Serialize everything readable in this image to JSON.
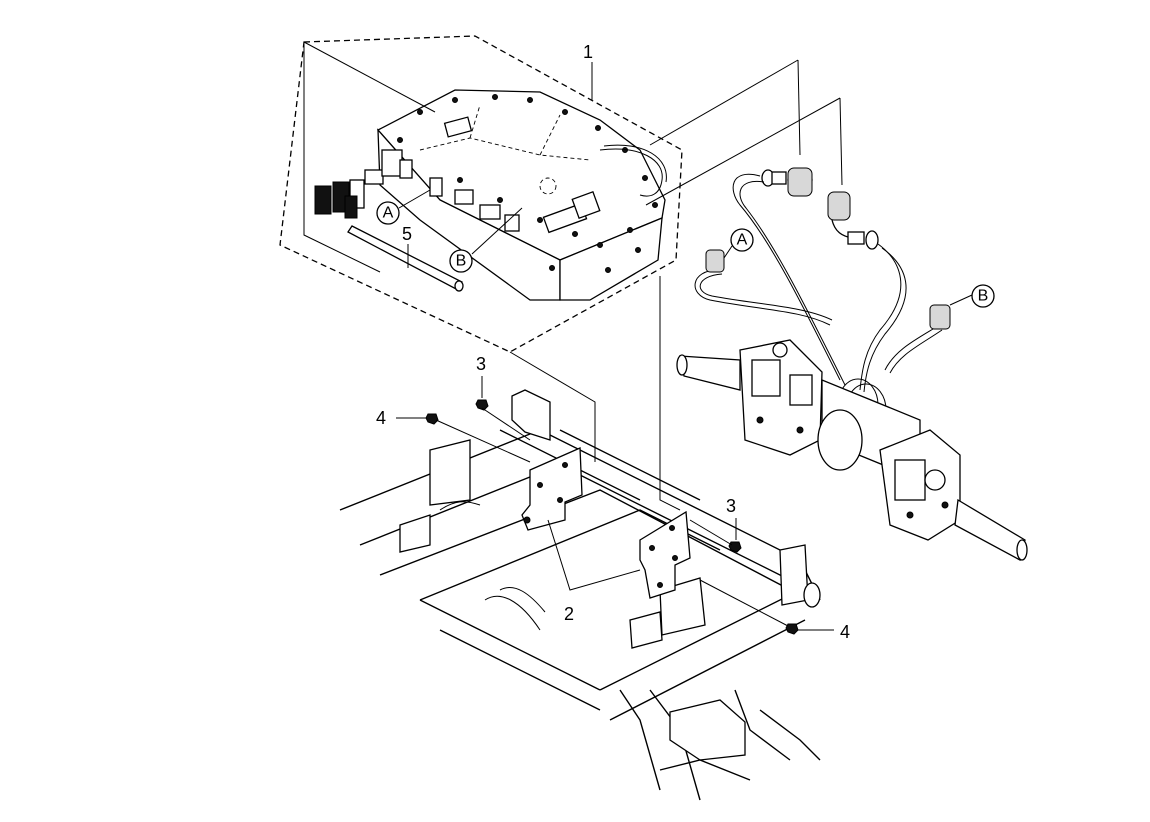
{
  "callouts": {
    "c1": "1",
    "c2": "2",
    "c3a": "3",
    "c3b": "3",
    "c4a": "4",
    "c4b": "4",
    "c5": "5"
  },
  "circle_labels": {
    "a_left": "A",
    "b_left": "B",
    "a_right": "A",
    "b_right": "B"
  },
  "colors": {
    "line": "#000000",
    "background": "#ffffff"
  }
}
